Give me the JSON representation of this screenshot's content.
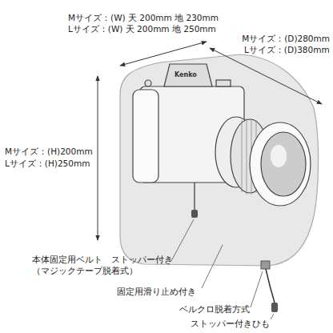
{
  "diagram": {
    "labels": [
      "Mサイズ：(W) 天 200mm 地 230mm",
      "Lサイズ：(W) 天 200mm 地 250mm",
      "Kenko",
      "Mサイズ：(D)280mm",
      "Lサイズ：(D)380mm",
      "Mサイズ：(H)200mm",
      "Lサイズ：(H)250mm",
      "本体固定用ベルト　ストッパー付き",
      "（マジックテープ脱着式）",
      "固定用滑り止め付き",
      "ベルクロ脱着方式",
      "ストッパー付きひも"
    ]
  }
}
